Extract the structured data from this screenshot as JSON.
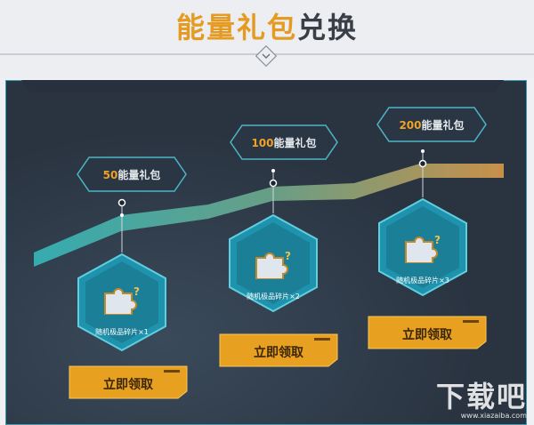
{
  "page": {
    "title_accent": "能量礼包",
    "title_rest": "兑换"
  },
  "tiers": [
    {
      "amount": "50",
      "unit": "能量礼包",
      "reward": "随机极品碎片×1",
      "button": "立即领取"
    },
    {
      "amount": "100",
      "unit": "能量礼包",
      "reward": "随机极品碎片×2",
      "button": "立即领取"
    },
    {
      "amount": "200",
      "unit": "能量礼包",
      "reward": "随机极品碎片×3",
      "button": "立即领取"
    }
  ],
  "watermark": {
    "logo": "下载吧",
    "url": "www.xiazaiba.com"
  },
  "colors": {
    "accent": "#e59a22",
    "panel": "#2b3543",
    "hex": "#1f93ad",
    "button": "#e8a020"
  },
  "icons": [
    "chevron-down-icon",
    "puzzle-piece-icon"
  ]
}
